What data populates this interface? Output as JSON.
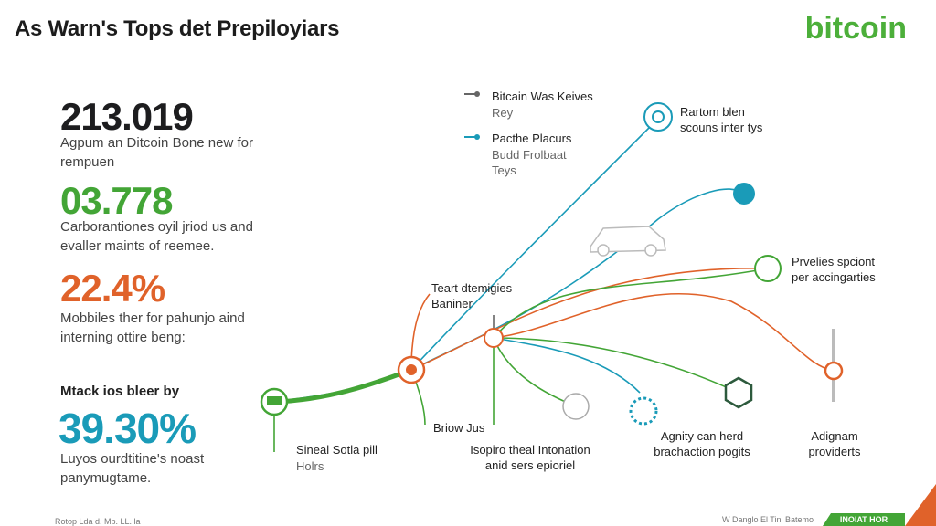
{
  "header": {
    "title": "As Warn's Tops det Prepiloyiars",
    "logo": "bitcoin"
  },
  "stats": [
    {
      "value": "213.019",
      "desc": "Agpum an Ditcoin Bone new for rempuen",
      "color": "#1d1d1f"
    },
    {
      "value": "03.778",
      "desc": "Carborantiones oyil jriod us and evaller maints of reemee.",
      "color": "#43a536"
    },
    {
      "value": "22.4%",
      "desc": "Mobbiles ther for pahunjo aind interning ottire beng:",
      "color": "#e0622a"
    },
    {
      "heading": "Mtack ios bleer by",
      "value": "39.30%",
      "desc": "Luyos ourdtitine's noast panymugtame.",
      "color": "#1a9bb8"
    }
  ],
  "legend": [
    {
      "title": "Bitcain Was Keives",
      "sub": "Rey",
      "color": "#666666"
    },
    {
      "title": "Pacthe Placurs",
      "sub": "Budd Frolbaat Teys",
      "color": "#1a9bb8"
    }
  ],
  "nodes": {
    "top_right": "Rartom blen scouns inter tys",
    "right_mid": "Prvelies spciont per accingarties",
    "center": "Teart dtemigies Baniner",
    "left_bottom": {
      "title": "Sineal Sotla pill",
      "sub": "Holrs"
    },
    "bottom_mid_small": "Briow Jus",
    "bottom_center": "Isopiro theal Intonation anid sers epioriel",
    "bottom_right1": "Agnity can herd brachaction pogits",
    "bottom_right2": "Adignam providerts"
  },
  "footer": {
    "left": "Rotop Lda d. Mb. LL. la",
    "right": "W Danglo El Tini Batemo",
    "badge": "INOIAT HOR"
  },
  "colors": {
    "green": "#43a536",
    "orange": "#e0622a",
    "blue": "#1a9bb8"
  }
}
